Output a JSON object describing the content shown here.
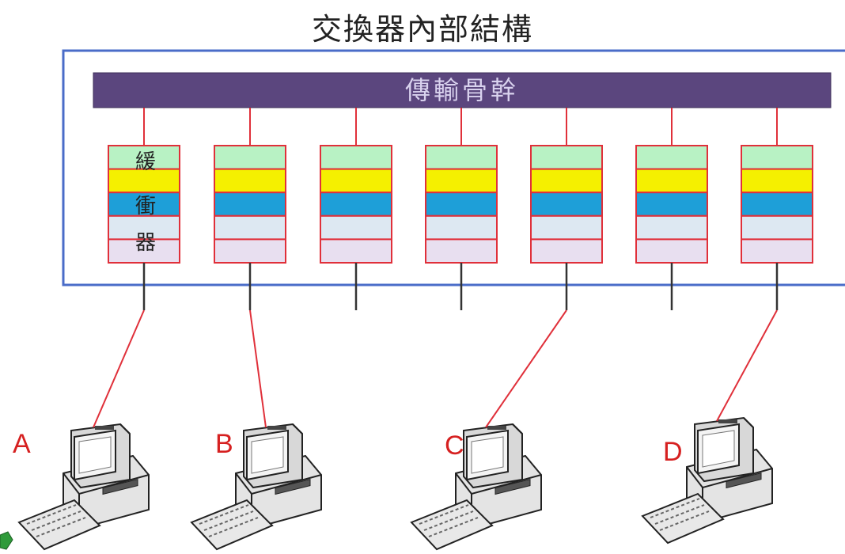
{
  "title": "交換器內部結構",
  "backbone": {
    "label": "傳輸骨幹"
  },
  "buffer": {
    "label_chars": [
      "緩",
      "衝",
      "器"
    ]
  },
  "colors": {
    "frame": "#4a6cc8",
    "bus": "#5b467e",
    "buffer_border": "#e0303a",
    "buffer_layers": [
      "#b8f2c4",
      "#f5f000",
      "#1e9fd8",
      "#dde8f2",
      "#e8dff0"
    ],
    "link": "#e0303a",
    "stub": "#333333"
  },
  "ports": [
    {
      "id": "p1",
      "computer": "A"
    },
    {
      "id": "p2",
      "computer": "B"
    },
    {
      "id": "p3",
      "computer": null
    },
    {
      "id": "p4",
      "computer": null
    },
    {
      "id": "p5",
      "computer": "C"
    },
    {
      "id": "p6",
      "computer": null
    },
    {
      "id": "p7",
      "computer": "D"
    }
  ],
  "computers": [
    {
      "label": "A",
      "icon": "desktop-computer-icon"
    },
    {
      "label": "B",
      "icon": "desktop-computer-icon"
    },
    {
      "label": "C",
      "icon": "desktop-computer-icon"
    },
    {
      "label": "D",
      "icon": "desktop-computer-icon"
    }
  ]
}
